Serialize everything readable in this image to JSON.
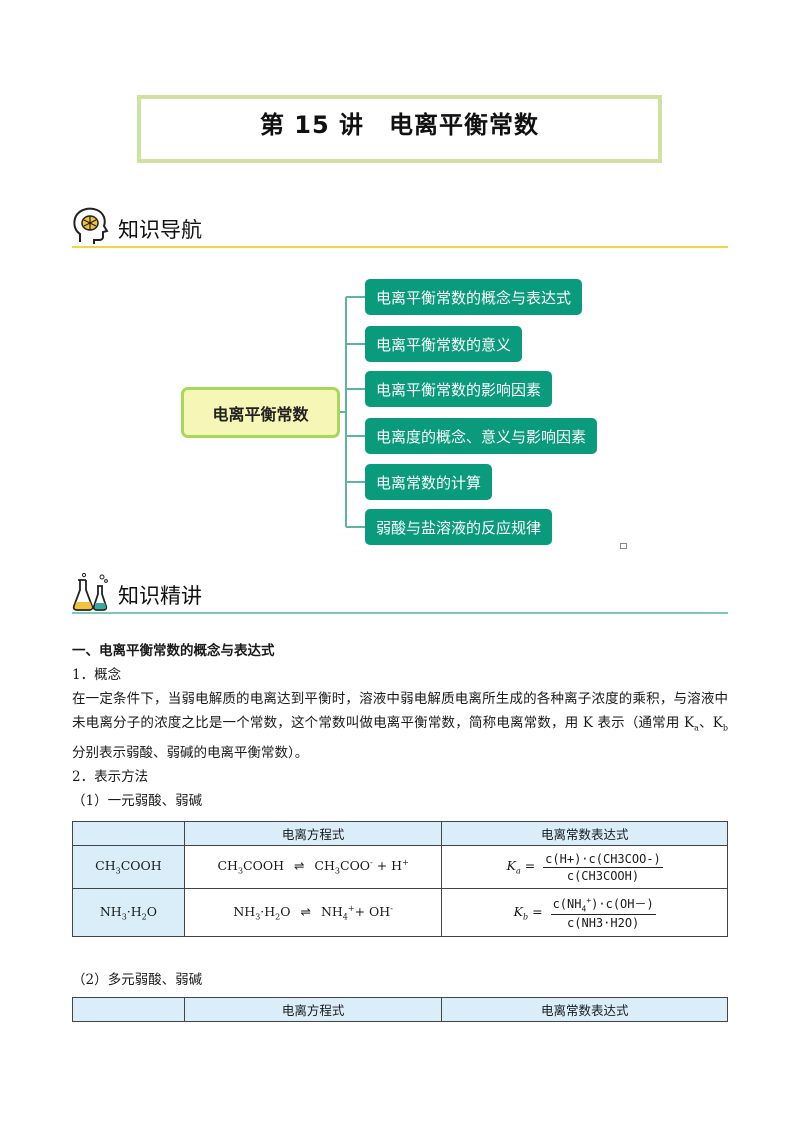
{
  "title": "第 15 讲　电离平衡常数",
  "section_nav": {
    "label": "知识导航"
  },
  "mindmap": {
    "root": "电离平衡常数",
    "branches": [
      "电离平衡常数的概念与表达式",
      "电离平衡常数的意义",
      "电离平衡常数的影响因素",
      "电离度的概念、意义与影响因素",
      "电离常数的计算",
      "弱酸与盐溶液的反应规律"
    ]
  },
  "section_lecture": {
    "label": "知识精讲"
  },
  "content": {
    "heading1": "一、电离平衡常数的概念与表达式",
    "sub1": "1．概念",
    "para_part1": "在一定条件下，当弱电解质的电离达到平衡时，溶液中弱电解质电离所生成的各种离子浓度的乘积，与溶液中未电离分子的浓度之比是一个常数，这个常数叫做电离平衡常数，简称电离常数，用 K 表示（通常用 K",
    "para_sub_a": "a",
    "para_mid": "、K",
    "para_sub_b": "b",
    "para_part2": "分别表示弱酸、弱碱的电离平衡常数）。",
    "sub2": "2．表示方法",
    "case1": "（1）一元弱酸、弱碱",
    "case2": "（2）多元弱酸、弱碱"
  },
  "table1": {
    "headers": [
      "",
      "电离方程式",
      "电离常数表达式"
    ],
    "rows": [
      {
        "species": "CH3COOH",
        "eq_left": "CH3COOH",
        "eq_right": "CH3COO- + H+",
        "k_label": "Ka",
        "k_num": "c(H+)·c(CH3COO-)",
        "k_den": "c(CH3COOH)"
      },
      {
        "species": "NH3·H2O",
        "eq_left": "NH3·H2O",
        "eq_right": "NH4+ + OH-",
        "k_label": "Kb",
        "k_num": "c(NH4+)·c(OH－)",
        "k_den": "c(NH3·H2O)"
      }
    ]
  },
  "table2": {
    "headers": [
      "",
      "电离方程式",
      "电离常数表达式"
    ]
  },
  "colors": {
    "title_border": "#cfe3a0",
    "nav_rule": "#f0d640",
    "lecture_rule": "#7ec8b8",
    "node_fill": "#0a9b7c",
    "root_fill": "#f6f7b6",
    "root_border": "#a6d85a",
    "table_header": "#daeef9"
  }
}
